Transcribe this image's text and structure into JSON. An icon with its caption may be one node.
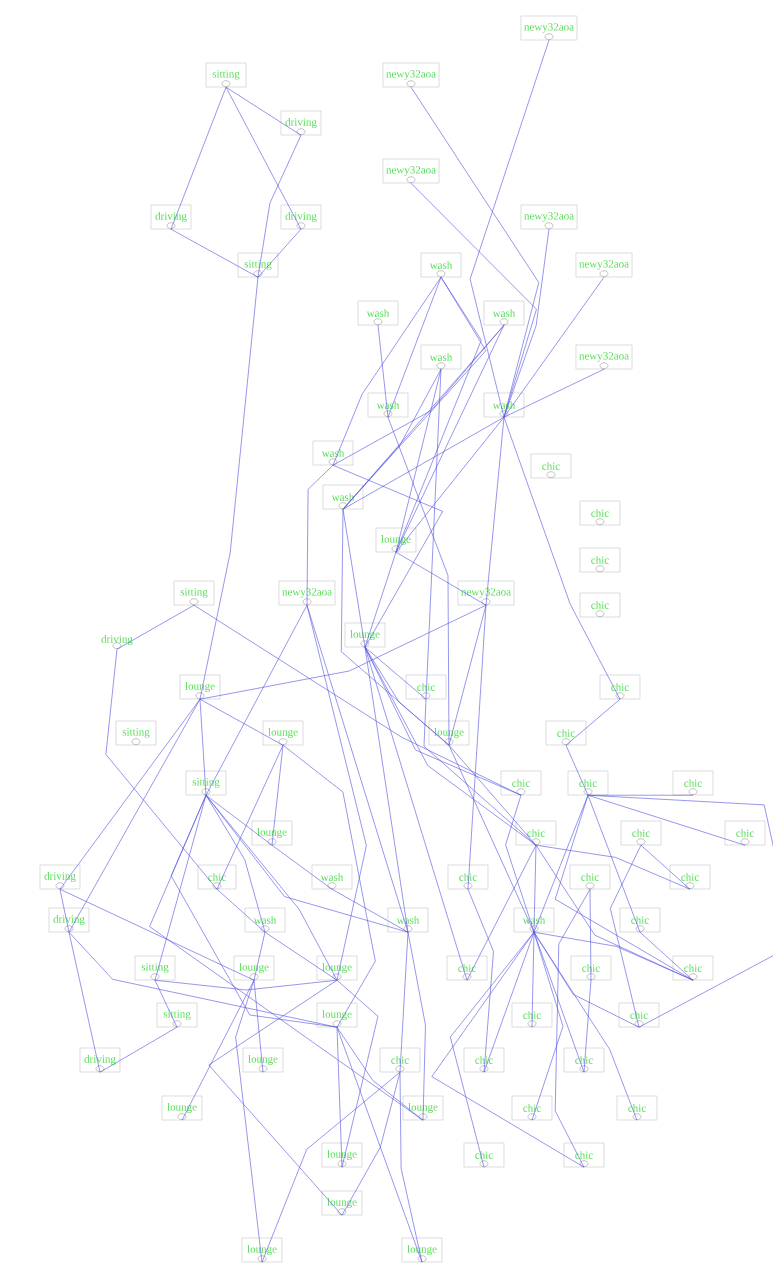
{
  "diagram": {
    "nodes": [
      {
        "text": [
          "sitting"
        ]
      },
      {
        "text": [
          "newy32aoa"
        ]
      },
      {
        "text": [
          "newy32aoa"
        ]
      },
      {
        "text": [
          "driving"
        ]
      },
      {
        "text": [
          "newy32aoa"
        ]
      },
      {
        "text": [
          "driving"
        ]
      },
      {
        "text": [
          "driving"
        ]
      },
      {
        "text": [
          "newy32aoa"
        ]
      },
      {
        "text": [
          "sitting"
        ]
      },
      {
        "text": [
          "wash"
        ]
      },
      {
        "text": [
          "newy32aoa"
        ]
      },
      {
        "text": [
          "wash"
        ]
      },
      {
        "text": [
          "wash"
        ]
      },
      {
        "text": [
          "wash"
        ]
      },
      {
        "text": [
          "newy32aoa"
        ]
      },
      {
        "text": [
          "wash"
        ]
      },
      {
        "text": [
          "wash"
        ]
      },
      {
        "text": [
          "wash"
        ]
      },
      {
        "text": [
          "chic"
        ]
      },
      {
        "text": [
          "wash"
        ]
      },
      {
        "text": [
          "chic"
        ]
      },
      {
        "text": [
          "chic"
        ]
      },
      {
        "text": [
          "chic"
        ]
      },
      {
        "text": [
          "lounge"
        ]
      },
      {
        "text": [
          "sitting"
        ]
      },
      {
        "text": [
          "newy32aoa"
        ]
      },
      {
        "text": [
          "newy32aoa"
        ]
      },
      {
        "text": [
          "driving"
        ]
      },
      {
        "text": [
          "lounge"
        ]
      },
      {
        "text": [
          "lounge"
        ]
      },
      {
        "text": [
          "chic"
        ]
      },
      {
        "text": [
          "chic"
        ]
      },
      {
        "text": [
          "sitting"
        ]
      },
      {
        "text": [
          "lounge"
        ]
      },
      {
        "text": [
          "lounge"
        ]
      },
      {
        "text": [
          "chic"
        ]
      },
      {
        "text": [
          "sitting"
        ]
      },
      {
        "text": [
          "chic"
        ]
      },
      {
        "text": [
          "chic"
        ]
      },
      {
        "text": [
          "chic"
        ]
      },
      {
        "text": [
          "lounge"
        ]
      },
      {
        "text": [
          "chic"
        ]
      },
      {
        "text": [
          "chic"
        ]
      },
      {
        "text": [
          "chic"
        ]
      },
      {
        "text": [
          "driving"
        ]
      },
      {
        "text": [
          "chic"
        ]
      },
      {
        "text": [
          "wash"
        ]
      },
      {
        "text": [
          "chic"
        ]
      },
      {
        "text": [
          "chic"
        ]
      },
      {
        "text": [
          "chic"
        ]
      },
      {
        "text": [
          "driving"
        ]
      },
      {
        "text": [
          "wash"
        ]
      },
      {
        "text": [
          "wash"
        ]
      },
      {
        "text": [
          "wash"
        ]
      },
      {
        "text": [
          "chic"
        ]
      },
      {
        "text": [
          "sitting"
        ]
      },
      {
        "text": [
          "lounge"
        ]
      },
      {
        "text": [
          "lounge"
        ]
      },
      {
        "text": [
          "chic"
        ]
      },
      {
        "text": [
          "chic"
        ]
      },
      {
        "text": [
          "chic"
        ]
      },
      {
        "text": [
          "sitting"
        ]
      },
      {
        "text": [
          "lounge"
        ]
      },
      {
        "text": [
          "chic"
        ]
      },
      {
        "text": [
          "chic"
        ]
      },
      {
        "text": [
          "driving"
        ]
      },
      {
        "text": [
          "lounge"
        ]
      },
      {
        "text": [
          "chic"
        ]
      },
      {
        "text": [
          "chic"
        ]
      },
      {
        "text": [
          "chic"
        ]
      },
      {
        "text": [
          "lounge"
        ]
      },
      {
        "text": [
          "lounge"
        ]
      },
      {
        "text": [
          "chic"
        ]
      },
      {
        "text": [
          "chic"
        ]
      },
      {
        "text": [
          "chic"
        ]
      },
      {
        "text": [
          "chic"
        ]
      },
      {
        "text": [
          "lounge"
        ]
      },
      {
        "text": [
          "lounge"
        ]
      },
      {
        "text": [
          "lounge"
        ]
      },
      {
        "text": [
          "lounge"
        ]
      }
    ],
    "edges": [
      {
        "from": 0,
        "to": 3,
        "arrow": "none"
      },
      {
        "from": 0,
        "to": 5,
        "arrow": "none"
      },
      {
        "from": 0,
        "to": 6,
        "arrow": "none"
      },
      {
        "from": 3,
        "to": 8,
        "arrow": "none"
      },
      {
        "from": 5,
        "to": 8,
        "arrow": "none"
      },
      {
        "from": 6,
        "to": 8,
        "arrow": "none"
      },
      {
        "from": 8,
        "to": 29,
        "arrow": "none"
      },
      {
        "from": 1,
        "to": 16,
        "arrow": "none"
      },
      {
        "from": 4,
        "to": 16,
        "arrow": "none"
      },
      {
        "from": 2,
        "to": 16,
        "arrow": "none"
      },
      {
        "from": 7,
        "to": 16,
        "arrow": "none"
      },
      {
        "from": 10,
        "to": 16,
        "arrow": "none"
      },
      {
        "from": 14,
        "to": 16,
        "arrow": "none"
      },
      {
        "from": 11,
        "to": 15,
        "arrow": "none"
      },
      {
        "from": 9,
        "to": 15,
        "arrow": "none"
      },
      {
        "from": 9,
        "to": 17,
        "arrow": "none"
      },
      {
        "from": 9,
        "to": 19,
        "arrow": "none"
      },
      {
        "from": 9,
        "to": 23,
        "arrow": "none"
      },
      {
        "from": 13,
        "to": 19,
        "arrow": "none"
      },
      {
        "from": 13,
        "to": 23,
        "arrow": "none"
      },
      {
        "from": 12,
        "to": 19,
        "arrow": "none"
      },
      {
        "from": 12,
        "to": 23,
        "arrow": "none"
      },
      {
        "from": 12,
        "to": 17,
        "arrow": "none"
      },
      {
        "from": 16,
        "to": 19,
        "arrow": "none"
      },
      {
        "from": 16,
        "to": 23,
        "arrow": "none"
      },
      {
        "from": 16,
        "to": 31,
        "arrow": "none"
      },
      {
        "from": 16,
        "to": 26,
        "arrow": "none"
      },
      {
        "from": 13,
        "to": 30,
        "arrow": "none"
      },
      {
        "from": 17,
        "to": 28,
        "arrow": "none"
      },
      {
        "from": 17,
        "to": 25,
        "arrow": "none"
      },
      {
        "from": 19,
        "to": 28,
        "arrow": "none"
      },
      {
        "from": 19,
        "to": 34,
        "arrow": "none"
      },
      {
        "from": 15,
        "to": 34,
        "arrow": "none"
      },
      {
        "from": 23,
        "to": 28,
        "arrow": "none"
      },
      {
        "from": 23,
        "to": 26,
        "arrow": "none"
      },
      {
        "from": 24,
        "to": 27,
        "arrow": "none"
      },
      {
        "from": 24,
        "to": 37,
        "arrow": "none"
      },
      {
        "from": 27,
        "to": 45,
        "arrow": "none"
      },
      {
        "from": 25,
        "to": 36,
        "arrow": "none"
      },
      {
        "from": 25,
        "to": 52,
        "arrow": "none"
      },
      {
        "from": 25,
        "to": 57,
        "arrow": "none"
      },
      {
        "from": 28,
        "to": 30,
        "arrow": "none"
      },
      {
        "from": 28,
        "to": 34,
        "arrow": "none"
      },
      {
        "from": 28,
        "to": 37,
        "arrow": "none"
      },
      {
        "from": 28,
        "to": 52,
        "arrow": "none"
      },
      {
        "from": 28,
        "to": 58,
        "arrow": "none"
      },
      {
        "from": 28,
        "to": 41,
        "arrow": "none"
      },
      {
        "from": 29,
        "to": 33,
        "arrow": "none"
      },
      {
        "from": 29,
        "to": 36,
        "arrow": "none"
      },
      {
        "from": 29,
        "to": 44,
        "arrow": "none"
      },
      {
        "from": 29,
        "to": 50,
        "arrow": "none"
      },
      {
        "from": 29,
        "to": 26,
        "arrow": "none"
      },
      {
        "from": 33,
        "to": 62,
        "arrow": "none"
      },
      {
        "from": 33,
        "to": 40,
        "arrow": "none"
      },
      {
        "from": 33,
        "to": 45,
        "arrow": "none"
      },
      {
        "from": 30,
        "to": 41,
        "arrow": "none"
      },
      {
        "from": 34,
        "to": 41,
        "arrow": "none"
      },
      {
        "from": 34,
        "to": 53,
        "arrow": "none"
      },
      {
        "from": 26,
        "to": 34,
        "arrow": "none"
      },
      {
        "from": 26,
        "to": 47,
        "arrow": "none"
      },
      {
        "from": 35,
        "to": 31,
        "arrow": "none"
      },
      {
        "from": 35,
        "to": 38,
        "arrow": "none"
      },
      {
        "from": 38,
        "to": 39,
        "arrow": "none"
      },
      {
        "from": 38,
        "to": 43,
        "arrow": "none"
      },
      {
        "from": 38,
        "to": 53,
        "arrow": "none"
      },
      {
        "from": 38,
        "to": 54,
        "arrow": "none"
      },
      {
        "from": 38,
        "to": 60,
        "arrow": "none"
      },
      {
        "from": 38,
        "to": 64,
        "arrow": "none"
      },
      {
        "from": 36,
        "to": 40,
        "arrow": "none"
      },
      {
        "from": 36,
        "to": 51,
        "arrow": "none"
      },
      {
        "from": 36,
        "to": 55,
        "arrow": "none"
      },
      {
        "from": 36,
        "to": 57,
        "arrow": "none"
      },
      {
        "from": 36,
        "to": 62,
        "arrow": "none"
      },
      {
        "from": 36,
        "to": 71,
        "arrow": "none"
      },
      {
        "from": 36,
        "to": 52,
        "arrow": "none"
      },
      {
        "from": 37,
        "to": 53,
        "arrow": "none"
      },
      {
        "from": 40,
        "to": 46,
        "arrow": "none"
      },
      {
        "from": 41,
        "to": 53,
        "arrow": "none"
      },
      {
        "from": 41,
        "to": 58,
        "arrow": "none"
      },
      {
        "from": 41,
        "to": 49,
        "arrow": "none"
      },
      {
        "from": 41,
        "to": 60,
        "arrow": "none"
      },
      {
        "from": 44,
        "to": 50,
        "arrow": "none"
      },
      {
        "from": 44,
        "to": 56,
        "arrow": "none"
      },
      {
        "from": 50,
        "to": 65,
        "arrow": "none"
      },
      {
        "from": 50,
        "to": 62,
        "arrow": "none"
      },
      {
        "from": 55,
        "to": 61,
        "arrow": "none"
      },
      {
        "from": 55,
        "to": 57,
        "arrow": "none"
      },
      {
        "from": 56,
        "to": 78,
        "arrow": "none"
      },
      {
        "from": 56,
        "to": 66,
        "arrow": "none"
      },
      {
        "from": 56,
        "to": 70,
        "arrow": "none"
      },
      {
        "from": 57,
        "to": 76,
        "arrow": "none"
      },
      {
        "from": 57,
        "to": 77,
        "arrow": "none"
      },
      {
        "from": 62,
        "to": 76,
        "arrow": "none"
      },
      {
        "from": 62,
        "to": 79,
        "arrow": "none"
      },
      {
        "from": 62,
        "to": 71,
        "arrow": "none"
      },
      {
        "from": 65,
        "to": 61,
        "arrow": "none"
      },
      {
        "from": 53,
        "to": 63,
        "arrow": "none"
      },
      {
        "from": 53,
        "to": 68,
        "arrow": "none"
      },
      {
        "from": 53,
        "to": 72,
        "arrow": "none"
      },
      {
        "from": 53,
        "to": 74,
        "arrow": "none"
      },
      {
        "from": 53,
        "to": 64,
        "arrow": "none"
      },
      {
        "from": 53,
        "to": 60,
        "arrow": "none"
      },
      {
        "from": 53,
        "to": 69,
        "arrow": "none"
      },
      {
        "from": 53,
        "to": 75,
        "arrow": "none"
      },
      {
        "from": 53,
        "to": 73,
        "arrow": "none"
      },
      {
        "from": 52,
        "to": 67,
        "arrow": "none"
      },
      {
        "from": 52,
        "to": 71,
        "arrow": "none"
      },
      {
        "from": 47,
        "to": 68,
        "arrow": "none"
      },
      {
        "from": 48,
        "to": 59,
        "arrow": "none"
      },
      {
        "from": 48,
        "to": 75,
        "arrow": "none"
      },
      {
        "from": 59,
        "to": 69,
        "arrow": "none"
      },
      {
        "from": 54,
        "to": 60,
        "arrow": "none"
      },
      {
        "from": 42,
        "to": 49,
        "arrow": "none"
      },
      {
        "from": 42,
        "to": 64,
        "arrow": "none"
      },
      {
        "from": 46,
        "to": 52,
        "arrow": "none"
      },
      {
        "from": 45,
        "to": 51,
        "arrow": "none"
      },
      {
        "from": 51,
        "to": 56,
        "arrow": "none"
      },
      {
        "from": 51,
        "to": 57,
        "arrow": "none"
      },
      {
        "from": 67,
        "to": 78,
        "arrow": "none"
      },
      {
        "from": 67,
        "to": 77,
        "arrow": "none"
      },
      {
        "from": 67,
        "to": 79,
        "arrow": "none"
      }
    ]
  }
}
